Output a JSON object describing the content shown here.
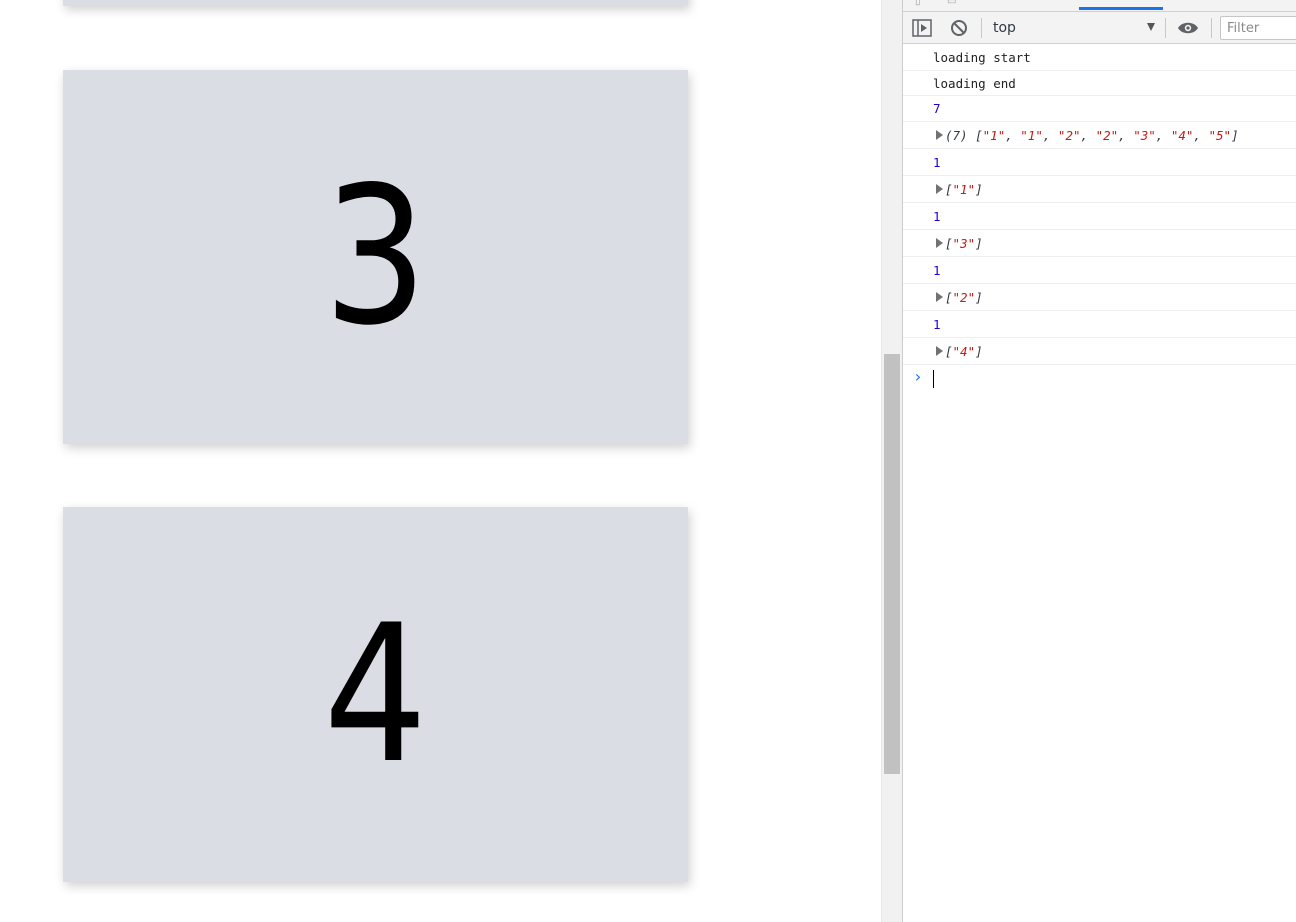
{
  "page": {
    "cards": [
      {
        "label": ""
      },
      {
        "label": "3"
      },
      {
        "label": "4"
      }
    ]
  },
  "devtools": {
    "toolbar": {
      "context": "top",
      "filter_placeholder": "Filter"
    },
    "console_lines": [
      {
        "text": "loading start"
      },
      {
        "text": "loading end"
      },
      {
        "text": "7"
      },
      {
        "text": "(7) [\"1\", \"1\", \"2\", \"2\", \"3\", \"4\", \"5\"]"
      },
      {
        "text": "1"
      },
      {
        "text": "[\"1\"]"
      },
      {
        "text": "1"
      },
      {
        "text": "[\"3\"]"
      },
      {
        "text": "1"
      },
      {
        "text": "[\"2\"]"
      },
      {
        "text": "1"
      },
      {
        "text": "[\"4\"]"
      }
    ]
  },
  "colors": {
    "card_bg": "#dadde4",
    "accent": "#1a73e8",
    "number": "#1c00cf",
    "string": "#c41a16"
  }
}
